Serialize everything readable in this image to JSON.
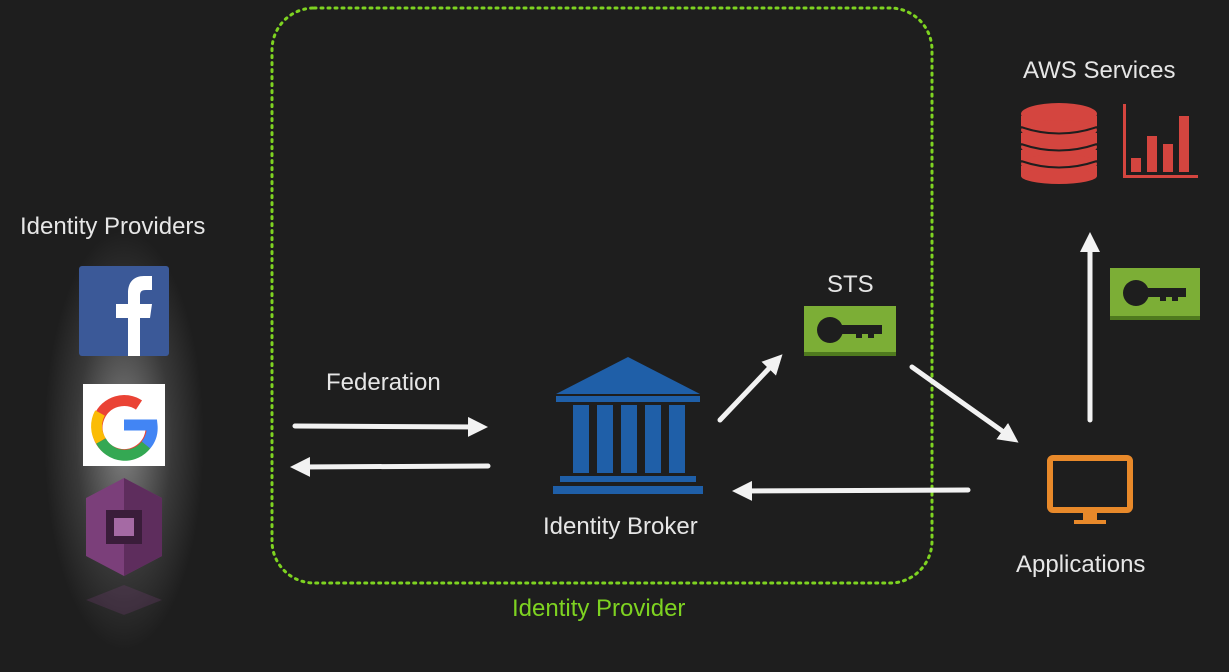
{
  "colors": {
    "background": "#1e1e1e",
    "text": "#e6e6e6",
    "identity_provider_border": "#7ed321",
    "arrow": "#f2f2f2",
    "broker_blue": "#1f5fa8",
    "sts_key_green": "#7cae36",
    "aws_services_red": "#d4453f",
    "applications_orange": "#e8892a",
    "facebook_blue": "#3b5998",
    "cognito_purple": "#7b3f7a"
  },
  "labels": {
    "identity_providers": "Identity Providers",
    "federation": "Federation",
    "identity_broker": "Identity Broker",
    "identity_provider": "Identity Provider",
    "sts": "STS",
    "aws_services": "AWS Services",
    "applications": "Applications"
  },
  "icons": {
    "facebook": "facebook-logo-icon",
    "google": "google-logo-icon",
    "cognito": "amazon-cognito-icon",
    "broker": "bank-building-icon",
    "sts": "key-icon",
    "database": "database-icon",
    "analytics": "bar-chart-icon",
    "application": "monitor-icon",
    "credential": "key-icon"
  }
}
